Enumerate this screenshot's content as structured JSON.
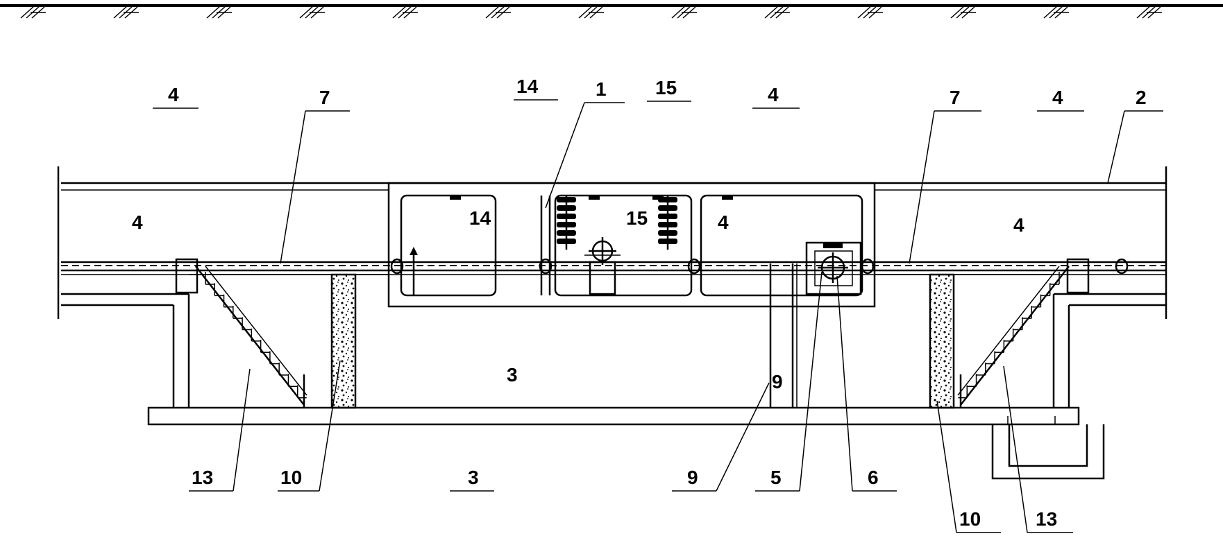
{
  "callouts": {
    "c4a": "4",
    "c7a": "7",
    "c14": "14",
    "c1": "1",
    "c15": "15",
    "c4b": "4",
    "c7b": "7",
    "c4c": "4",
    "c2": "2",
    "c13a": "13",
    "c10a": "10",
    "c3": "3",
    "c9": "9",
    "c5": "5",
    "c6": "6",
    "c10b": "10",
    "c13b": "13"
  }
}
